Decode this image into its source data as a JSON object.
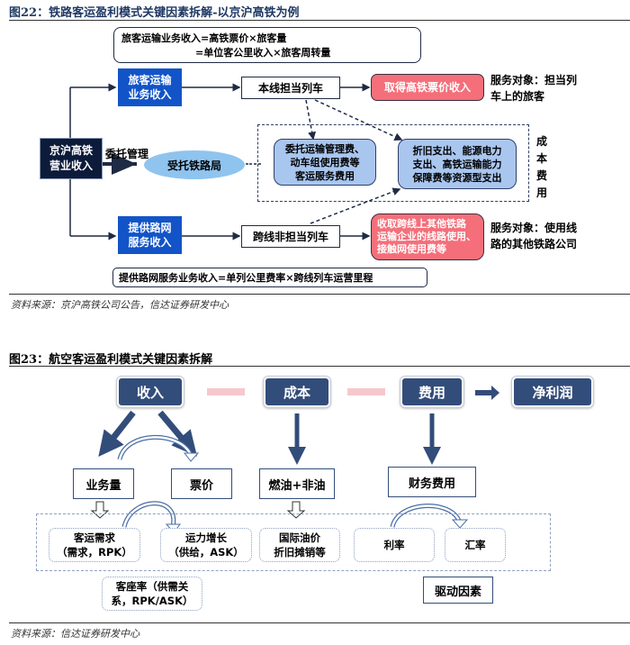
{
  "figure22": {
    "title": "图22：铁路客运盈利模式关键因素拆解-以京沪高铁为例",
    "formula_top_line1": "旅客运输业务收入=高铁票价×旅客量",
    "formula_top_line2": "=单位客公里收入×旅客周转量",
    "root_line1": "京沪高铁",
    "root_line2": "营业收入",
    "passenger_income_line1": "旅客运输",
    "passenger_income_line2": "业务收入",
    "network_income_line1": "提供路网",
    "network_income_line2": "服务收入",
    "own_train": "本线担当列车",
    "cross_train": "跨线非担当列车",
    "ticket_revenue": "取得高铁票价收入",
    "cross_fee_line1": "收取跨线上其他铁路",
    "cross_fee_line2": "运输企业的线路使用、",
    "cross_fee_line3": "接触网使用费等",
    "service_target_top_line1": "服务对象：担当列",
    "service_target_top_line2": "车上的旅客",
    "service_target_bottom_line1": "服务对象：使用线",
    "service_target_bottom_line2": "路的其他铁路公司",
    "entrust_label": "委托管理",
    "entrusted_bureau": "受托铁路局",
    "cost_left_line1": "委托运输管理费、",
    "cost_left_line2": "动车组使用费等",
    "cost_left_line3": "客运服务费用",
    "cost_right_line1": "折旧支出、能源电力",
    "cost_right_line2": "支出、高铁运输能力",
    "cost_right_line3": "保障费等资源型支出",
    "cost_label": [
      "成",
      "本",
      "费",
      "用"
    ],
    "formula_bottom": "提供路网服务业务收入=单列公里费率×跨线列车运营里程",
    "source": "资料来源：京沪高铁公司公告，信达证券研发中心"
  },
  "figure23": {
    "title": "图23：航空客运盈利模式关键因素拆解",
    "top": [
      "收入",
      "成本",
      "费用",
      "净利润"
    ],
    "volume": "业务量",
    "fare": "票价",
    "fuel": "燃油+非油",
    "finance_cost": "财务费用",
    "demand_line1": "客运需求",
    "demand_line2": "（需求，RPK）",
    "capacity_line1": "运力增长",
    "capacity_line2": "（供给，ASK）",
    "oil_line1": "国际油价",
    "oil_line2": "折旧摊销等",
    "interest_rate": "利率",
    "exchange_rate": "汇率",
    "load_factor_line1": "客座率（供需关",
    "load_factor_line2": "系，RPK/ASK）",
    "drivers_label": "驱动因素",
    "source": "资料来源：信达证券研发中心"
  },
  "colors": {
    "navy_dark": "#0d1b3a",
    "blue_solid": "#1254c8",
    "red_box": "#f46f7a",
    "light_blue": "#a9c6ef",
    "ellipse": "#8fc4ef",
    "navy_button": "#334d7a",
    "pink_bar": "#f6c8cc"
  }
}
